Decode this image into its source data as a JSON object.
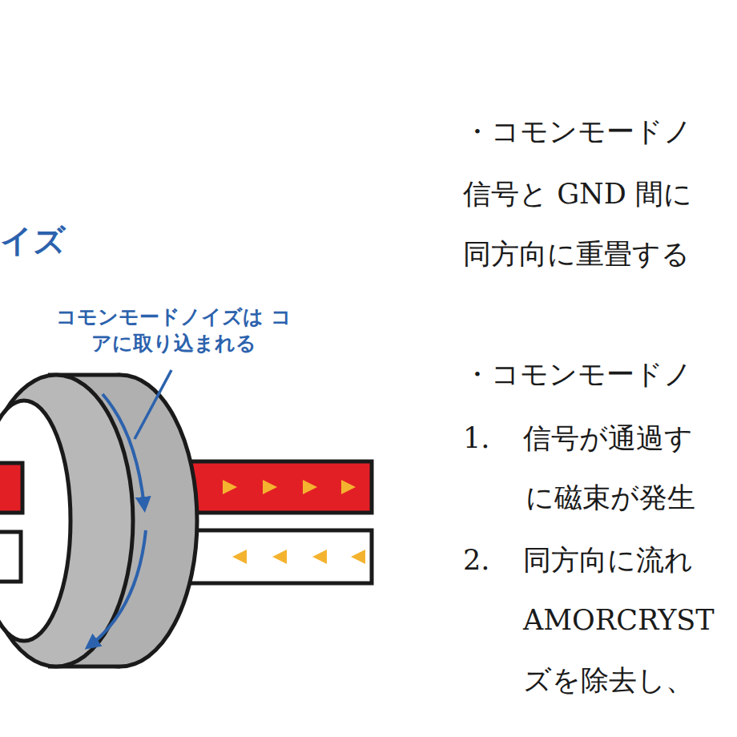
{
  "diagram": {
    "labels": [
      "イズ",
      "コモンモードノイズは コアに取り込まれる",
      "・コモンモードノ",
      "信号と GND 間に",
      "同方向に重畳する",
      "・コモンモードノ",
      "1.",
      "信号が通過す",
      "に磁束が発生",
      "2.",
      "同方向に流れ",
      "AMORCRYST",
      "ズを除去し、"
    ]
  }
}
